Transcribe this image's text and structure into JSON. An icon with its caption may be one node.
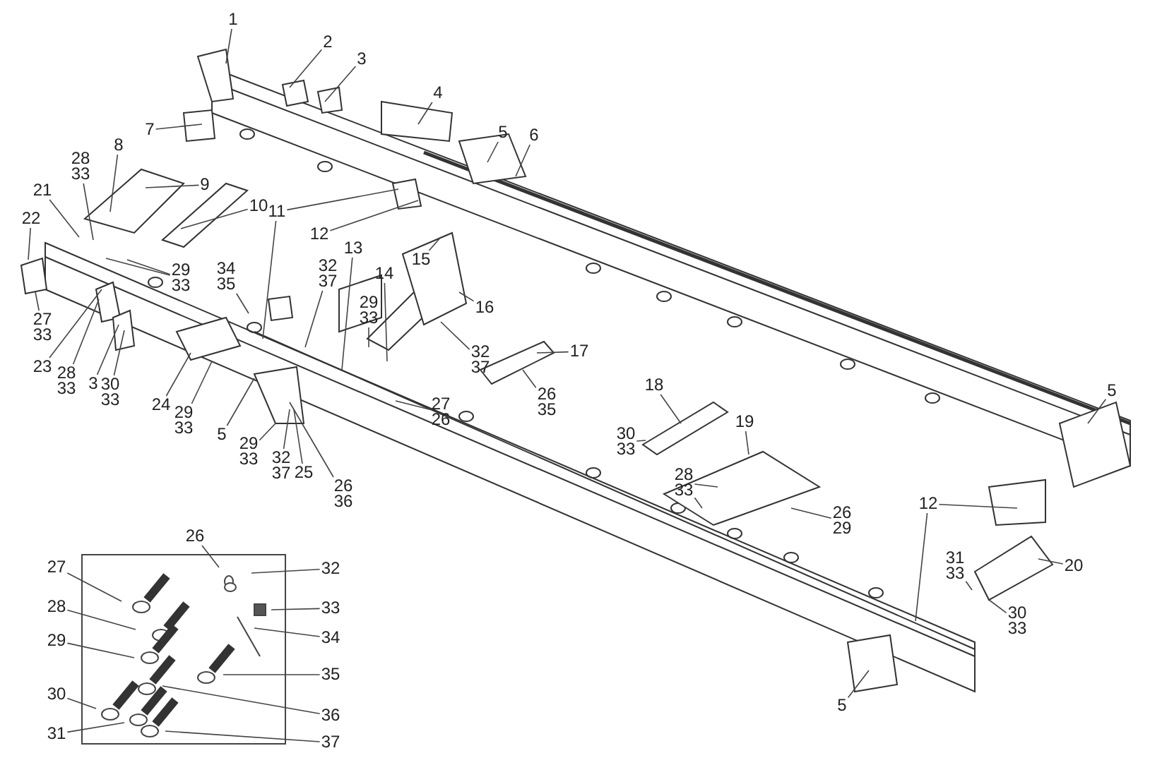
{
  "diagram": {
    "nodes": [
      {
        "text": [
          "1"
        ]
      },
      {
        "text": [
          "2"
        ]
      },
      {
        "text": [
          "3"
        ]
      },
      {
        "text": [
          "4"
        ]
      },
      {
        "text": [
          "5"
        ]
      },
      {
        "text": [
          "6"
        ]
      },
      {
        "text": [
          "7"
        ]
      },
      {
        "text": [
          "8"
        ]
      },
      {
        "text": [
          "28",
          "33"
        ]
      },
      {
        "text": [
          "9"
        ]
      },
      {
        "text": [
          "10"
        ]
      },
      {
        "text": [
          "21"
        ]
      },
      {
        "text": [
          "11"
        ]
      },
      {
        "text": [
          "22"
        ]
      },
      {
        "text": [
          "12"
        ]
      },
      {
        "text": [
          "13"
        ]
      },
      {
        "text": [
          "14"
        ]
      },
      {
        "text": [
          "15"
        ]
      },
      {
        "text": [
          "29",
          "33"
        ]
      },
      {
        "text": [
          "34",
          "35"
        ]
      },
      {
        "text": [
          "32",
          "37"
        ]
      },
      {
        "text": [
          "29",
          "33"
        ]
      },
      {
        "text": [
          "16"
        ]
      },
      {
        "text": [
          "27",
          "33"
        ]
      },
      {
        "text": [
          "17"
        ]
      },
      {
        "text": [
          "23"
        ]
      },
      {
        "text": [
          "28",
          "33"
        ]
      },
      {
        "text": [
          "3"
        ]
      },
      {
        "text": [
          "27",
          "26"
        ]
      },
      {
        "text": [
          "32",
          "37"
        ]
      },
      {
        "text": [
          "30",
          "33"
        ]
      },
      {
        "text": [
          "18"
        ]
      },
      {
        "text": [
          "5"
        ]
      },
      {
        "text": [
          "26",
          "35"
        ]
      },
      {
        "text": [
          "24"
        ]
      },
      {
        "text": [
          "29",
          "33"
        ]
      },
      {
        "text": [
          "19"
        ]
      },
      {
        "text": [
          "5"
        ]
      },
      {
        "text": [
          "30",
          "33"
        ]
      },
      {
        "text": [
          "29",
          "33"
        ]
      },
      {
        "text": [
          "32",
          "37"
        ]
      },
      {
        "text": [
          "25"
        ]
      },
      {
        "text": [
          "28",
          "33"
        ]
      },
      {
        "text": [
          "26",
          "36"
        ]
      },
      {
        "text": [
          "12"
        ]
      },
      {
        "text": [
          "26",
          "29"
        ]
      },
      {
        "text": [
          "26"
        ]
      },
      {
        "text": [
          "20"
        ]
      },
      {
        "text": [
          "31",
          "33"
        ]
      },
      {
        "text": [
          "27"
        ]
      },
      {
        "text": [
          "32"
        ]
      },
      {
        "text": [
          "28"
        ]
      },
      {
        "text": [
          "33"
        ]
      },
      {
        "text": [
          "30",
          "33"
        ]
      },
      {
        "text": [
          "34"
        ]
      },
      {
        "text": [
          "29"
        ]
      },
      {
        "text": [
          "35"
        ]
      },
      {
        "text": [
          "30"
        ]
      },
      {
        "text": [
          "5"
        ]
      },
      {
        "text": [
          "36"
        ]
      },
      {
        "text": [
          "31"
        ]
      },
      {
        "text": [
          "37"
        ]
      }
    ],
    "edges": [
      {
        "from": 0,
        "to": null,
        "arrow": "none"
      },
      {
        "from": 1,
        "to": null,
        "arrow": "none"
      },
      {
        "from": 2,
        "to": null,
        "arrow": "none"
      },
      {
        "from": 3,
        "to": null,
        "arrow": "none"
      },
      {
        "from": 4,
        "to": null,
        "arrow": "none"
      },
      {
        "from": 5,
        "to": null,
        "arrow": "none"
      },
      {
        "from": 6,
        "to": null,
        "arrow": "none"
      },
      {
        "from": 7,
        "to": null,
        "arrow": "none"
      },
      {
        "from": 8,
        "to": null,
        "arrow": "none"
      },
      {
        "from": 9,
        "to": null,
        "arrow": "none"
      },
      {
        "from": 10,
        "to": null,
        "arrow": "none"
      },
      {
        "from": 11,
        "to": null,
        "arrow": "none"
      },
      {
        "from": 12,
        "to": null,
        "arrow": "none"
      },
      {
        "from": 12,
        "to": null,
        "arrow": "none"
      },
      {
        "from": 13,
        "to": null,
        "arrow": "none"
      },
      {
        "from": 14,
        "to": null,
        "arrow": "none"
      },
      {
        "from": 15,
        "to": null,
        "arrow": "none"
      },
      {
        "from": 16,
        "to": null,
        "arrow": "none"
      },
      {
        "from": 17,
        "to": null,
        "arrow": "none"
      },
      {
        "from": 18,
        "to": null,
        "arrow": "none"
      },
      {
        "from": 18,
        "to": null,
        "arrow": "none"
      },
      {
        "from": 19,
        "to": null,
        "arrow": "none"
      },
      {
        "from": 20,
        "to": null,
        "arrow": "none"
      },
      {
        "from": 21,
        "to": null,
        "arrow": "none"
      },
      {
        "from": 22,
        "to": null,
        "arrow": "none"
      },
      {
        "from": 23,
        "to": null,
        "arrow": "none"
      },
      {
        "from": 24,
        "to": null,
        "arrow": "none"
      },
      {
        "from": 25,
        "to": null,
        "arrow": "none"
      },
      {
        "from": 26,
        "to": null,
        "arrow": "none"
      },
      {
        "from": 27,
        "to": null,
        "arrow": "none"
      },
      {
        "from": 28,
        "to": null,
        "arrow": "none"
      },
      {
        "from": 29,
        "to": null,
        "arrow": "none"
      },
      {
        "from": 30,
        "to": null,
        "arrow": "none"
      },
      {
        "from": 31,
        "to": null,
        "arrow": "none"
      },
      {
        "from": 32,
        "to": null,
        "arrow": "none"
      },
      {
        "from": 33,
        "to": null,
        "arrow": "none"
      },
      {
        "from": 34,
        "to": null,
        "arrow": "none"
      },
      {
        "from": 35,
        "to": null,
        "arrow": "none"
      },
      {
        "from": 36,
        "to": null,
        "arrow": "none"
      },
      {
        "from": 37,
        "to": null,
        "arrow": "none"
      },
      {
        "from": 38,
        "to": null,
        "arrow": "none"
      },
      {
        "from": 39,
        "to": null,
        "arrow": "none"
      },
      {
        "from": 40,
        "to": null,
        "arrow": "none"
      },
      {
        "from": 41,
        "to": null,
        "arrow": "none"
      },
      {
        "from": 42,
        "to": null,
        "arrow": "none"
      },
      {
        "from": 42,
        "to": null,
        "arrow": "none"
      },
      {
        "from": 43,
        "to": null,
        "arrow": "none"
      },
      {
        "from": 44,
        "to": null,
        "arrow": "none"
      },
      {
        "from": 44,
        "to": null,
        "arrow": "none"
      },
      {
        "from": 45,
        "to": null,
        "arrow": "none"
      },
      {
        "from": 46,
        "to": null,
        "arrow": "none"
      },
      {
        "from": 47,
        "to": null,
        "arrow": "none"
      },
      {
        "from": 48,
        "to": null,
        "arrow": "none"
      },
      {
        "from": 49,
        "to": null,
        "arrow": "none"
      },
      {
        "from": 50,
        "to": null,
        "arrow": "none"
      },
      {
        "from": 51,
        "to": null,
        "arrow": "none"
      },
      {
        "from": 52,
        "to": null,
        "arrow": "none"
      },
      {
        "from": 53,
        "to": null,
        "arrow": "none"
      },
      {
        "from": 54,
        "to": null,
        "arrow": "none"
      },
      {
        "from": 55,
        "to": null,
        "arrow": "none"
      },
      {
        "from": 56,
        "to": null,
        "arrow": "none"
      },
      {
        "from": 57,
        "to": null,
        "arrow": "none"
      },
      {
        "from": 58,
        "to": null,
        "arrow": "none"
      },
      {
        "from": 59,
        "to": null,
        "arrow": "none"
      },
      {
        "from": 60,
        "to": null,
        "arrow": "none"
      },
      {
        "from": 61,
        "to": null,
        "arrow": "none"
      }
    ]
  }
}
